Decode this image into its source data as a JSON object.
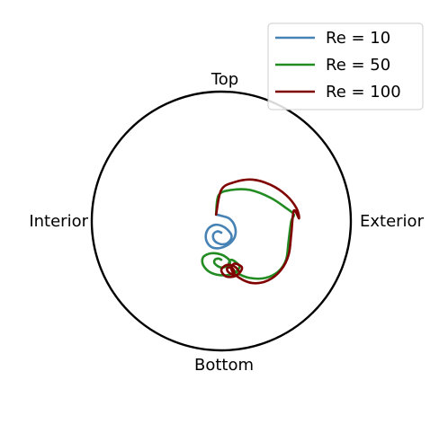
{
  "chart_data": {
    "type": "line",
    "description_of_axes": "",
    "boundary_labels": {
      "top": "Top",
      "bottom": "Bottom",
      "left": "Interior",
      "right": "Exterior"
    },
    "xlim": [
      -1,
      1
    ],
    "ylim": [
      -1,
      1
    ],
    "grid": false,
    "legend_position": "top-right",
    "series": [
      {
        "name": "Re = 10",
        "color": "#4682b4",
        "x": [
          -0.04,
          0.0,
          0.06,
          0.1,
          0.11,
          0.08,
          0.02,
          -0.05,
          -0.1,
          -0.12,
          -0.1,
          -0.05,
          0.01,
          0.06,
          0.08,
          0.06,
          0.02,
          -0.03,
          -0.06,
          -0.06,
          -0.03,
          0.0
        ],
        "y": [
          0.05,
          0.04,
          0.02,
          -0.03,
          -0.1,
          -0.16,
          -0.2,
          -0.21,
          -0.18,
          -0.12,
          -0.06,
          -0.03,
          -0.04,
          -0.08,
          -0.12,
          -0.16,
          -0.18,
          -0.17,
          -0.14,
          -0.1,
          -0.08,
          -0.09
        ]
      },
      {
        "name": "Re = 50",
        "color": "#228b22",
        "x": [
          -0.04,
          -0.02,
          0.08,
          0.22,
          0.38,
          0.5,
          0.56,
          0.54,
          0.52,
          0.5,
          0.44,
          0.34,
          0.22,
          0.12,
          0.06,
          0.08,
          0.14,
          0.1,
          0.02,
          -0.08,
          -0.14,
          -0.14,
          -0.08,
          0.0,
          0.06,
          0.06,
          0.0,
          -0.05,
          -0.05,
          -0.02,
          0.0
        ],
        "y": [
          0.05,
          0.2,
          0.24,
          0.24,
          0.18,
          0.1,
          0.05,
          0.0,
          -0.15,
          -0.3,
          -0.39,
          -0.44,
          -0.44,
          -0.4,
          -0.34,
          -0.3,
          -0.35,
          -0.4,
          -0.42,
          -0.4,
          -0.34,
          -0.28,
          -0.25,
          -0.26,
          -0.3,
          -0.34,
          -0.36,
          -0.33,
          -0.3,
          -0.29,
          -0.3
        ]
      },
      {
        "name": "Re = 100",
        "color": "#800000",
        "x": [
          -0.04,
          0.0,
          0.1,
          0.24,
          0.38,
          0.5,
          0.58,
          0.6,
          0.56,
          0.54,
          0.52,
          0.46,
          0.36,
          0.24,
          0.14,
          0.08,
          0.1,
          0.16,
          0.12,
          0.04,
          0.0,
          0.04,
          0.1,
          0.14,
          0.1,
          0.05,
          0.05,
          0.09,
          0.1
        ],
        "y": [
          0.05,
          0.24,
          0.3,
          0.32,
          0.28,
          0.2,
          0.1,
          0.02,
          0.08,
          -0.1,
          -0.26,
          -0.38,
          -0.46,
          -0.48,
          -0.44,
          -0.38,
          -0.33,
          -0.36,
          -0.42,
          -0.43,
          -0.38,
          -0.34,
          -0.35,
          -0.4,
          -0.42,
          -0.39,
          -0.36,
          -0.37,
          -0.4
        ]
      }
    ]
  }
}
